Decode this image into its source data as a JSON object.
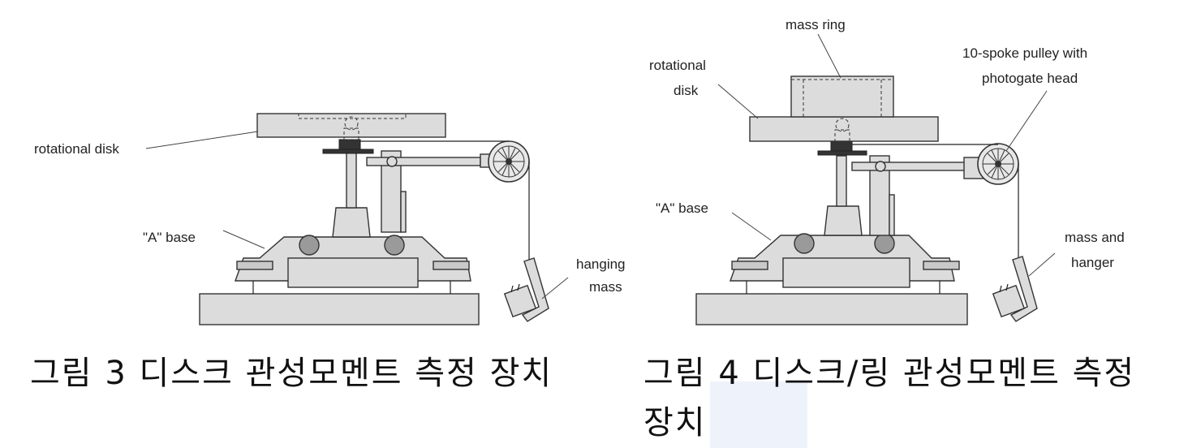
{
  "figure3": {
    "labels": {
      "rotational_disk": "rotational disk",
      "a_base": "\"A\" base",
      "hanging_mass_line1": "hanging",
      "hanging_mass_line2": "mass"
    },
    "caption": "그림 3 디스크 관성모멘트 측정 장치"
  },
  "figure4": {
    "labels": {
      "mass_ring": "mass ring",
      "rotational_disk_line1": "rotational",
      "rotational_disk_line2": "disk",
      "pulley_line1": "10-spoke pulley with",
      "pulley_line2": "photogate head",
      "a_base": "\"A\" base",
      "mass_hanger_line1": "mass and",
      "mass_hanger_line2": "hanger"
    },
    "caption_line1": "그림 4 디스크/링 관성모멘트 측정",
    "caption_line2": "장치"
  }
}
